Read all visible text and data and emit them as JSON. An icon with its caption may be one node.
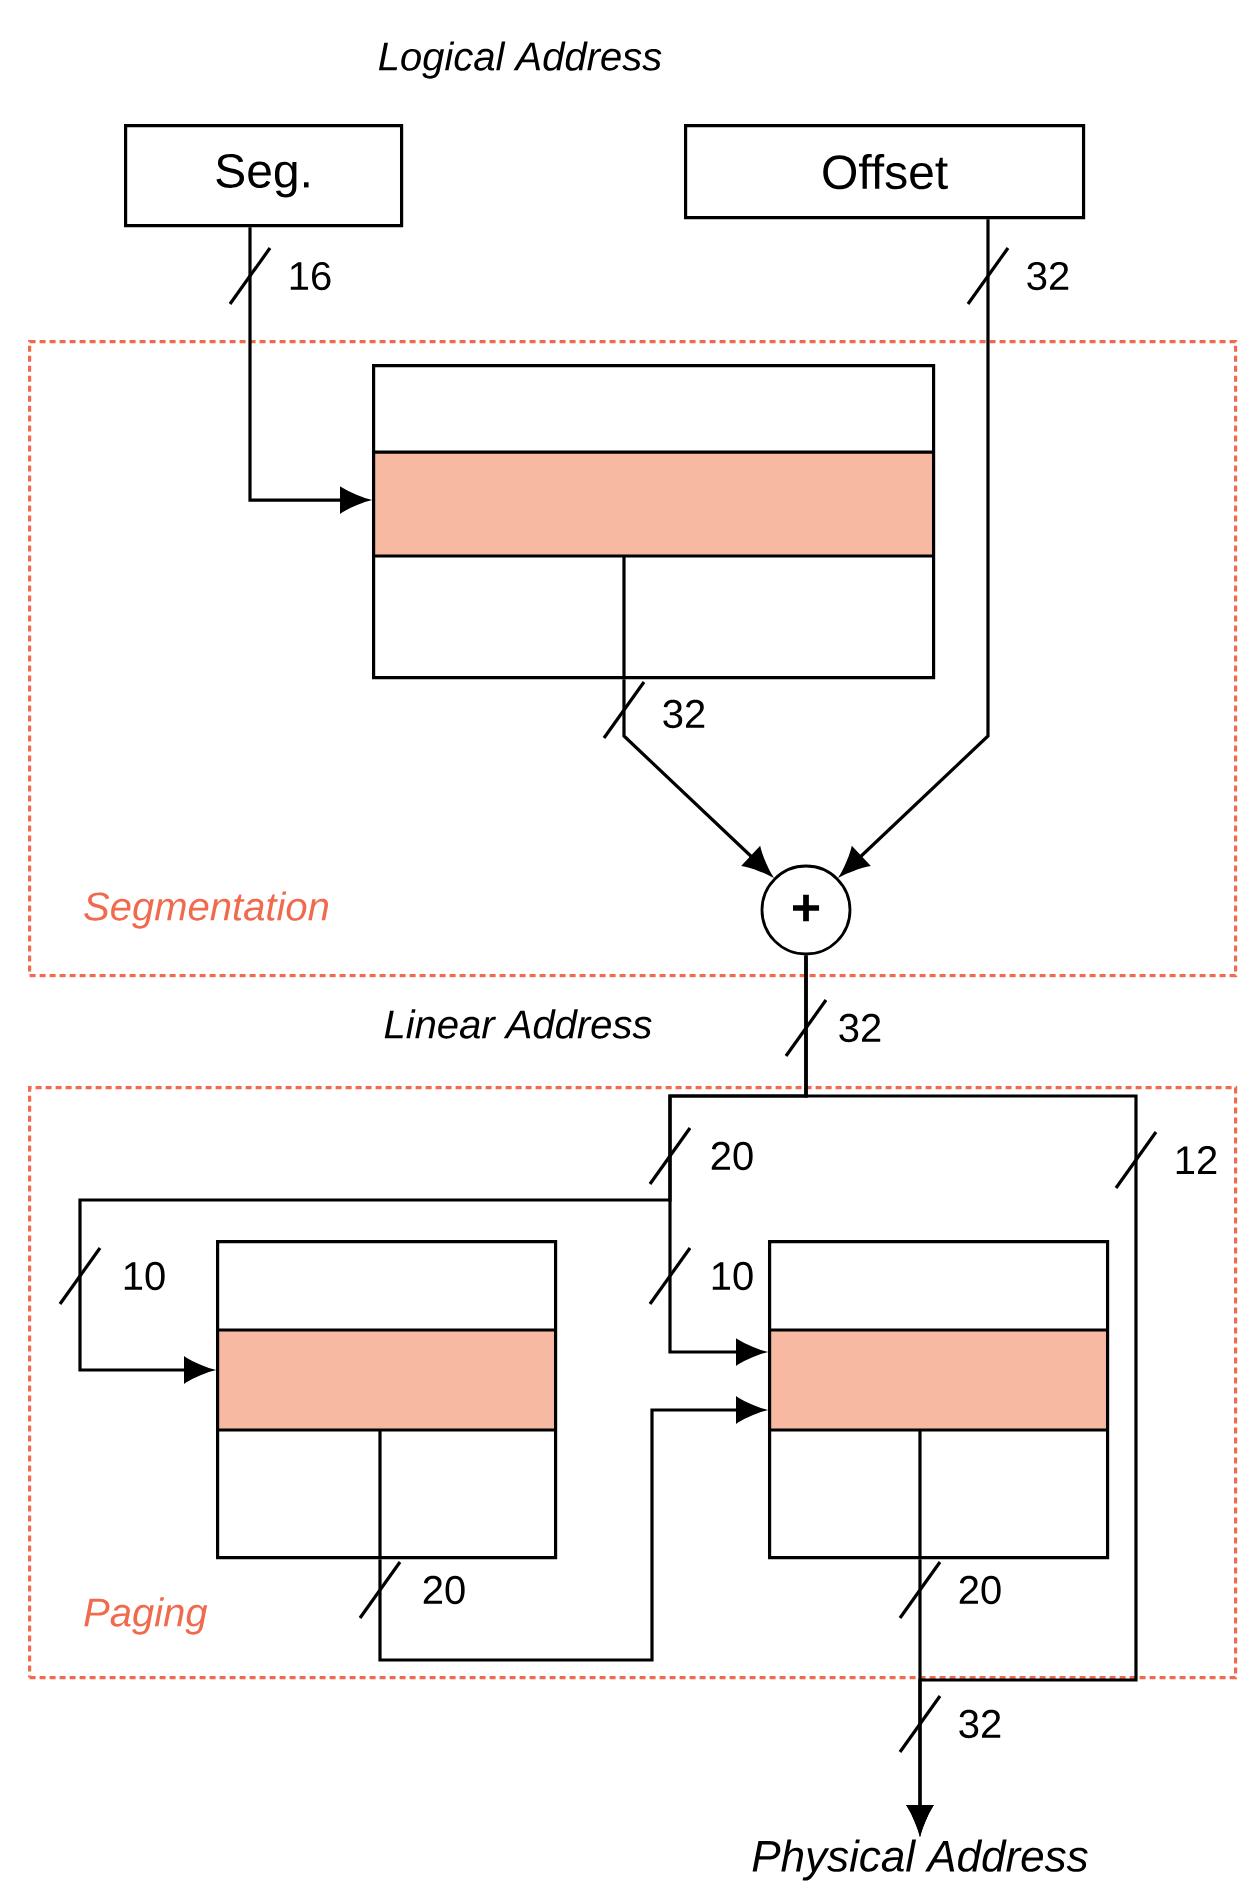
{
  "diagram": {
    "nodes": [
      {
        "text": [
          "Segmentation"
        ]
      },
      {
        "text": [
          "Seg."
        ]
      },
      {
        "text": [
          "Offset"
        ]
      },
      {
        "text": [],
        "shape": "box",
        "in": 0
      },
      {
        "text": [
          "+"
        ],
        "in": 0
      },
      {
        "text": [
          "Paging"
        ]
      },
      {
        "text": [],
        "shape": "box",
        "in": 5
      },
      {
        "text": [],
        "shape": "box",
        "in": 5
      },
      {
        "text": [
          "Physical Address"
        ]
      }
    ],
    "edges": [
      {
        "from": 1,
        "to": 3,
        "arrow": "to",
        "label": "16"
      },
      {
        "from": 3,
        "to": 4,
        "arrow": "to",
        "label": "32"
      },
      {
        "from": 2,
        "to": 4,
        "arrow": "to",
        "label": "32"
      },
      {
        "from": 4,
        "to": 6,
        "arrow": "to",
        "label": "10"
      },
      {
        "from": 4,
        "to": 7,
        "arrow": "to",
        "label": "10"
      },
      {
        "from": 4,
        "to": 8,
        "arrow": "to",
        "label": "12"
      },
      {
        "from": 6,
        "to": 7,
        "arrow": "to",
        "label": "20"
      },
      {
        "from": 7,
        "to": 8,
        "arrow": "to",
        "label": "20"
      }
    ],
    "labels": [
      "Logical Address",
      "Linear Address",
      "32",
      "20",
      "32"
    ]
  }
}
